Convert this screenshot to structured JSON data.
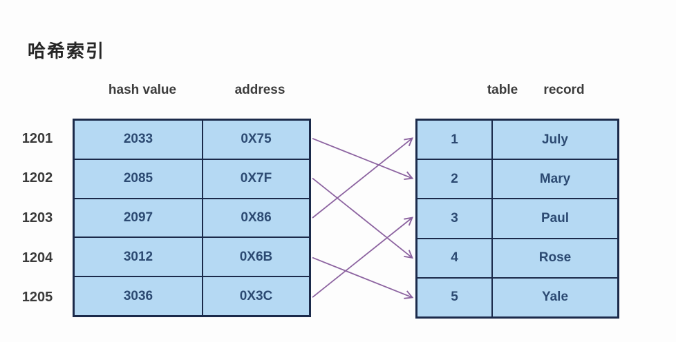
{
  "title": "哈希索引",
  "headers": {
    "hash_value": "hash value",
    "address": "address",
    "table": "table",
    "record": "record"
  },
  "hash_index_table": {
    "row_labels": [
      "1201",
      "1202",
      "1203",
      "1204",
      "1205"
    ],
    "rows": [
      {
        "hash_value": "2033",
        "address": "0X75"
      },
      {
        "hash_value": "2085",
        "address": "0X7F"
      },
      {
        "hash_value": "2097",
        "address": "0X86"
      },
      {
        "hash_value": "3012",
        "address": "0X6B"
      },
      {
        "hash_value": "3036",
        "address": "0X3C"
      }
    ]
  },
  "record_table": {
    "rows": [
      {
        "id": "1",
        "name": "July"
      },
      {
        "id": "2",
        "name": "Mary"
      },
      {
        "id": "3",
        "name": "Paul"
      },
      {
        "id": "4",
        "name": "Rose"
      },
      {
        "id": "5",
        "name": "Yale"
      }
    ]
  },
  "arrows": [
    {
      "from_index_row": 1,
      "to_record_row": 2
    },
    {
      "from_index_row": 2,
      "to_record_row": 4
    },
    {
      "from_index_row": 3,
      "to_record_row": 1
    },
    {
      "from_index_row": 4,
      "to_record_row": 5
    },
    {
      "from_index_row": 5,
      "to_record_row": 3
    }
  ],
  "colors": {
    "background": "#fdfdfd",
    "cell_fill": "#b5d9f3",
    "table_border": "#1b2a4a",
    "cell_text": "#2c4a72",
    "label_text": "#3a3a3a",
    "arrow": "#8c63a0"
  }
}
